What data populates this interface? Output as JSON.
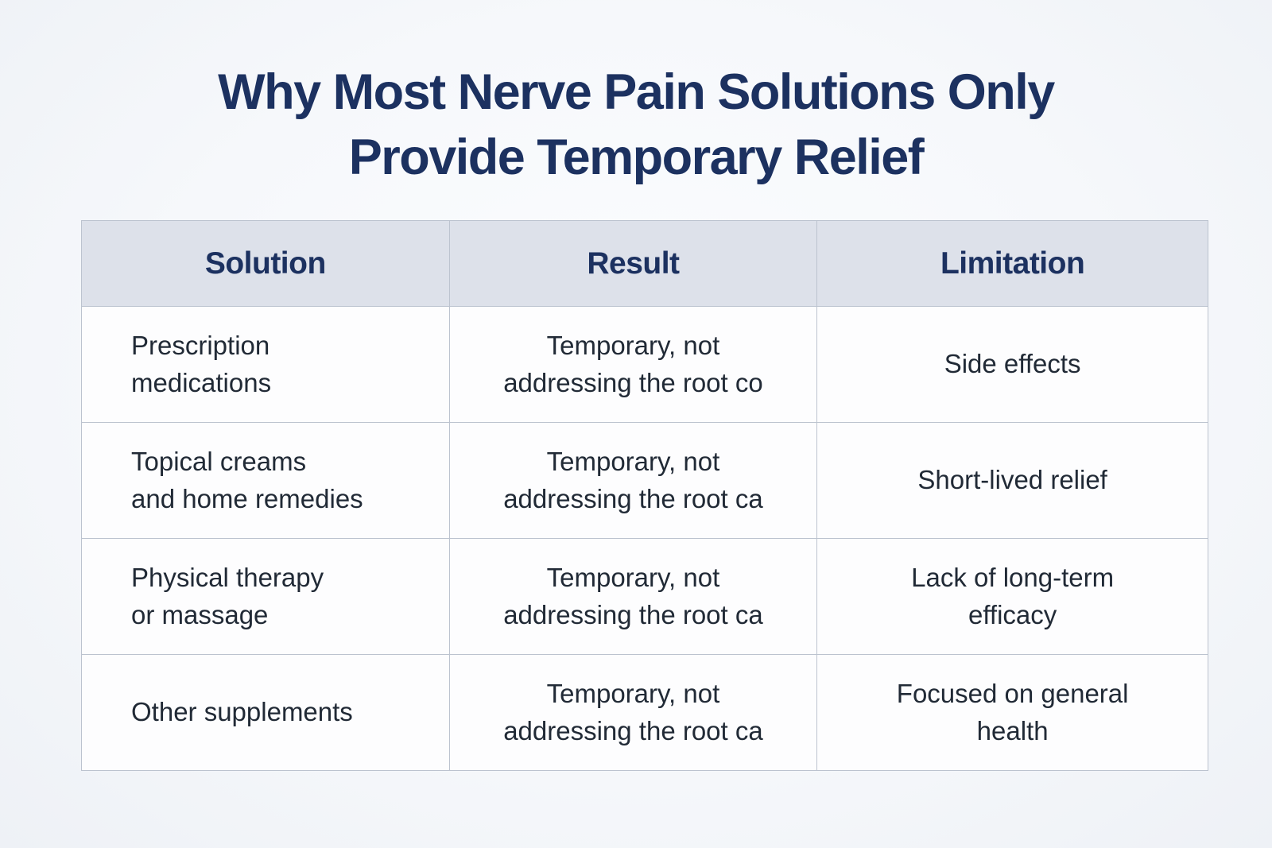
{
  "title": {
    "text": "Why Most Nerve Pain Solutions Only\nProvide Temporary Relief"
  },
  "table": {
    "headers": [
      "Solution",
      "Result",
      "Limitation"
    ],
    "rows": [
      {
        "solution": "Prescription\nmedications",
        "result": "Temporary, not\naddressing the root co",
        "limitation": "Side effects"
      },
      {
        "solution": "Topical creams\nand home remedies",
        "result": "Temporary, not\naddressing the root ca",
        "limitation": "Short-lived relief"
      },
      {
        "solution": "Physical therapy\nor massage",
        "result": "Temporary, not\naddressing the root ca",
        "limitation": "Lack of long-term\nefficacy"
      },
      {
        "solution": "Other supplements",
        "result": "Temporary, not\naddressing the root ca",
        "limitation": "Focused on general\nhealth"
      }
    ]
  },
  "colors": {
    "title_navy": "#1c3160",
    "body_text": "#212a36",
    "header_background": "#dde1ea",
    "cell_background": "#fdfdfe",
    "border": "#bcc3cf",
    "page_background": "#f4f6fa"
  },
  "chart_data": {
    "type": "table",
    "title": "Why Most Nerve Pain Solutions Only Provide Temporary Relief",
    "columns": [
      "Solution",
      "Result",
      "Limitation"
    ],
    "rows": [
      [
        "Prescription medications",
        "Temporary, not addressing the root co",
        "Side effects"
      ],
      [
        "Topical creams and home remedies",
        "Temporary, not addressing the root ca",
        "Short-lived relief"
      ],
      [
        "Physical therapy or massage",
        "Temporary, not addressing the root ca",
        "Lack of long-term efficacy"
      ],
      [
        "Other supplements",
        "Temporary, not addressing the root ca",
        "Focused on general health"
      ]
    ],
    "layout": {
      "header_row_shaded": true,
      "first_column_align": "left",
      "other_columns_align": "center"
    }
  }
}
